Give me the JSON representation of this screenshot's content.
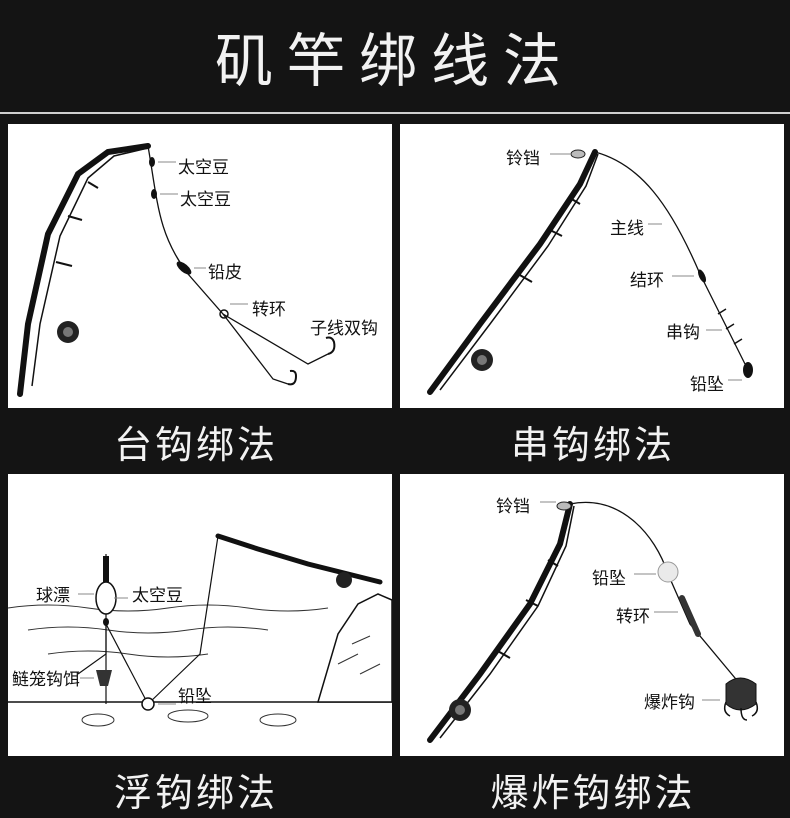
{
  "page_title": "矶竿绑线法",
  "panels": {
    "tai": {
      "caption": "台钩绑法",
      "labels": {
        "bean1": "太空豆",
        "bean2": "太空豆",
        "lead": "铅皮",
        "swivel": "转环",
        "double_hook": "子线双钩"
      }
    },
    "chuan": {
      "caption": "串钩绑法",
      "labels": {
        "bell": "铃铛",
        "mainline": "主线",
        "knot": "结环",
        "hooks": "串钩",
        "sinker": "铅坠"
      }
    },
    "fu": {
      "caption": "浮钩绑法",
      "labels": {
        "float": "球漂",
        "bean": "太空豆",
        "bait": "鲢笼钩饵",
        "sinker": "铅坠"
      }
    },
    "bao": {
      "caption": "爆炸钩绑法",
      "labels": {
        "bell": "铃铛",
        "sinker": "铅坠",
        "swivel": "转环",
        "hook": "爆炸钩"
      }
    }
  }
}
